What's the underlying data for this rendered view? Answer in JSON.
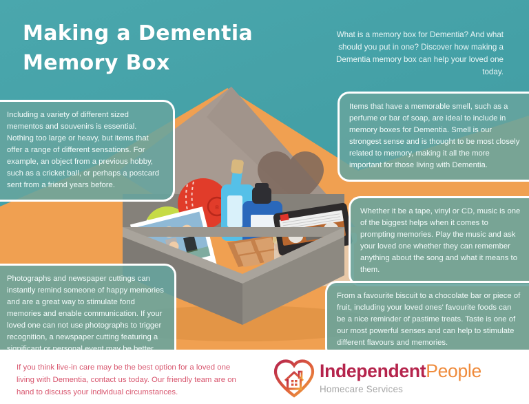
{
  "header": {
    "title": "Making a Dementia Memory Box",
    "intro": "What is a memory box for Dementia? And what should you put in one? Discover how making a Dementia memory box can help your loved one today."
  },
  "callouts": [
    {
      "id": "mementos",
      "side": "left",
      "text": "Including a variety of different sized mementos and souvenirs is essential. Nothing too large or heavy, but items that offer a range of different sensations. For example, an object from a previous hobby, such as a cricket ball, or perhaps a postcard sent from a friend years before."
    },
    {
      "id": "smell",
      "side": "right",
      "text": "Items that have a memorable smell, such as a perfume or bar of soap, are ideal to include in memory boxes for Dementia. Smell is our strongest sense and is thought to be most closely related to memory, making it all the more important for those living with Dementia."
    },
    {
      "id": "music",
      "side": "right",
      "text": "Whether it be a tape, vinyl or CD, music is one of the biggest helps when it comes to prompting memories. Play the music and ask your loved one whether they can remember anything about the song and what it means to them."
    },
    {
      "id": "photos",
      "side": "left",
      "text": "Photographs and newspaper cuttings can instantly remind someone of happy memories and are a great way to stimulate fond memories and enable communication. If your loved one can not use photographs to trigger recognition, a newspaper cutting featuring a significant or personal event may be better."
    },
    {
      "id": "food",
      "side": "right",
      "text": "From a favourite biscuit to a chocolate bar or piece of fruit, including your loved ones' favourite foods can be a nice reminder of pastime treats. Taste is one of our most powerful senses and can help to stimulate different flavours and memories."
    }
  ],
  "footer": {
    "cta_text": "If you think live-in care may be the best option for a loved one living with Dementia, contact us today. Our friendly team are on hand to discuss your individual circumstances.",
    "logo": {
      "brand_primary": "Independent",
      "brand_secondary": "People",
      "tagline": "Homecare Services",
      "mark": "heart-house-icon"
    }
  },
  "illustration": {
    "name": "memory-box-illustration",
    "items": [
      "box-lid-with-heart",
      "cricket-ball",
      "tennis-ball",
      "perfume-bottle-cork",
      "perfume-bottle-cap",
      "family-photograph",
      "chocolate-bar",
      "biscuits-in-bag",
      "cassette-tape"
    ]
  },
  "colors": {
    "teal_background": "#44a0a6",
    "orange_background": "#f0a051",
    "callout_fill": "#67a49e",
    "callout_border": "#ffffff",
    "footer_text": "#d8576f",
    "brand_crimson": "#b5244c",
    "brand_orange": "#ef8b3c",
    "tagline_grey": "#a6a6a6",
    "box_lid": "#a79a91",
    "box_body": "#8e8a83"
  }
}
